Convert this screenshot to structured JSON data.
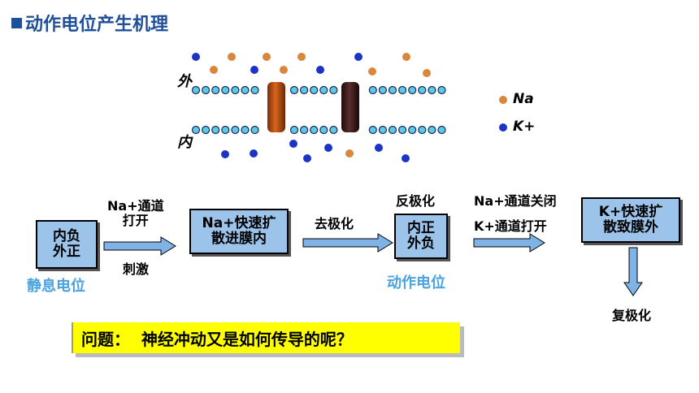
{
  "title": "动作电位产生机理",
  "membrane": {
    "outside_label": "外",
    "inside_label": "内"
  },
  "legend": {
    "na_label": "Na",
    "k_label": "K+",
    "na_color": "#d8873c",
    "k_color": "#1d33c8"
  },
  "flow": {
    "resting_box": "内负\n外正",
    "resting_caption": "静息电位",
    "arrow1_top": "Na+通道\n打开",
    "arrow1_bottom": "刺激",
    "na_influx_box": "Na+快速扩\n散进膜内",
    "arrow2_top": "去极化",
    "reversal_label": "反极化",
    "action_box": "内正\n外负",
    "action_caption": "动作电位",
    "arrow3_top1": "Na+通道关闭",
    "arrow3_top2": "K+通道打开",
    "k_efflux_box": "K+快速扩\n散致膜外",
    "repolarization": "复极化"
  },
  "question": "问题：  神经冲动又是如何传导的呢？",
  "colors": {
    "title": "#1f4e9a",
    "box_fill": "#9cc3ea",
    "caption": "#4aa3df",
    "arrow_fill": "#7fb2e5",
    "highlight": "#ffff00"
  }
}
